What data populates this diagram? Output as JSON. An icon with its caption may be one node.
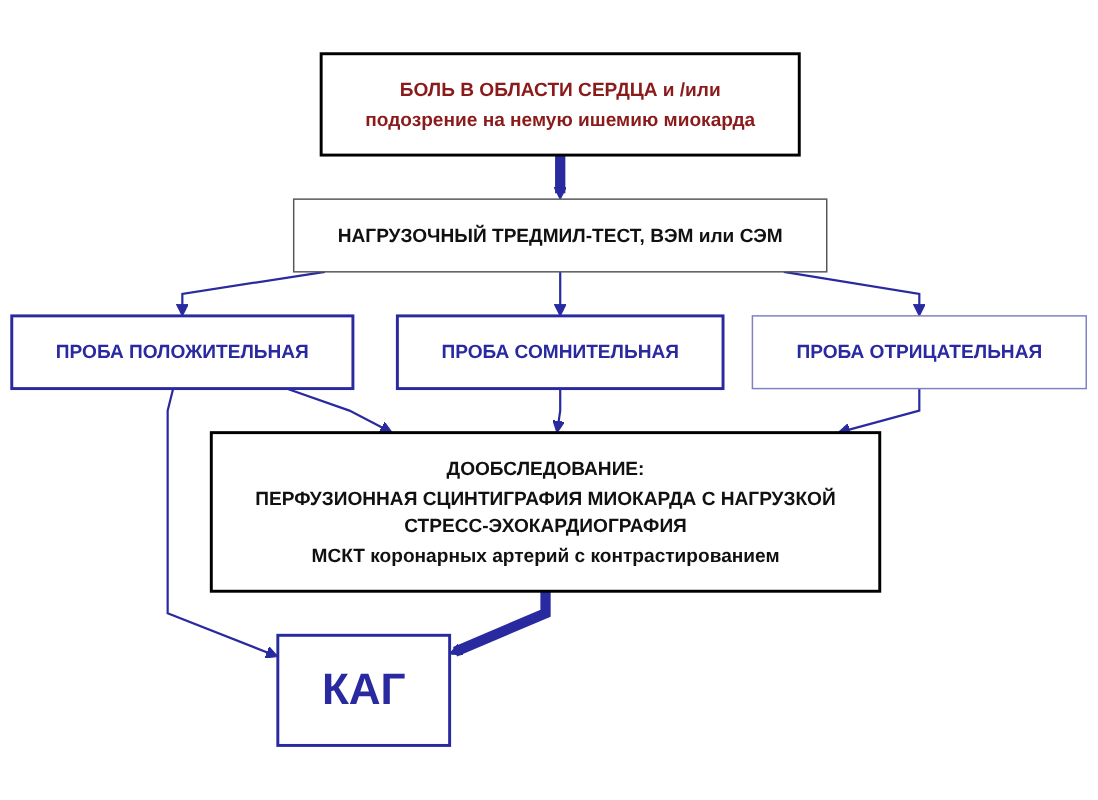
{
  "diagram": {
    "nodes": [
      {
        "text": [
          "БОЛЬ В ОБЛАСТИ СЕРДЦА и /или",
          "подозрение на немую ишемию миокарда"
        ]
      },
      {
        "text": [
          "НАГРУЗОЧНЫЙ ТРЕДМИЛ-ТЕСТ, ВЭМ или СЭМ"
        ]
      },
      {
        "text": [
          "ПРОБА ПОЛОЖИТЕЛЬНАЯ"
        ]
      },
      {
        "text": [
          "ПРОБА СОМНИТЕЛЬНАЯ"
        ]
      },
      {
        "text": [
          "ПРОБА ОТРИЦАТЕЛЬНАЯ"
        ]
      },
      {
        "text": [
          "ДООБСЛЕДОВАНИЕ:",
          "ПЕРФУЗИОННАЯ СЦИНТИГРАФИЯ МИОКАРДА С НАГРУЗКОЙ",
          "СТРЕСС-ЭХОКАРДИОГРАФИЯ",
          "МСКТ коронарных артерий с контрастированием"
        ]
      },
      {
        "text": [
          "КАГ"
        ]
      }
    ],
    "edges": [
      {
        "from": 0,
        "to": 1,
        "arrow": "to",
        "style": "thick"
      },
      {
        "from": 1,
        "to": 2,
        "arrow": "to"
      },
      {
        "from": 1,
        "to": 3,
        "arrow": "to"
      },
      {
        "from": 1,
        "to": 4,
        "arrow": "to"
      },
      {
        "from": 2,
        "to": 5,
        "arrow": "to"
      },
      {
        "from": 3,
        "to": 5,
        "arrow": "to"
      },
      {
        "from": 4,
        "to": 5,
        "arrow": "to"
      },
      {
        "from": 2,
        "to": 6,
        "arrow": "to"
      },
      {
        "from": 5,
        "to": 6,
        "arrow": "to",
        "style": "thick"
      }
    ]
  }
}
